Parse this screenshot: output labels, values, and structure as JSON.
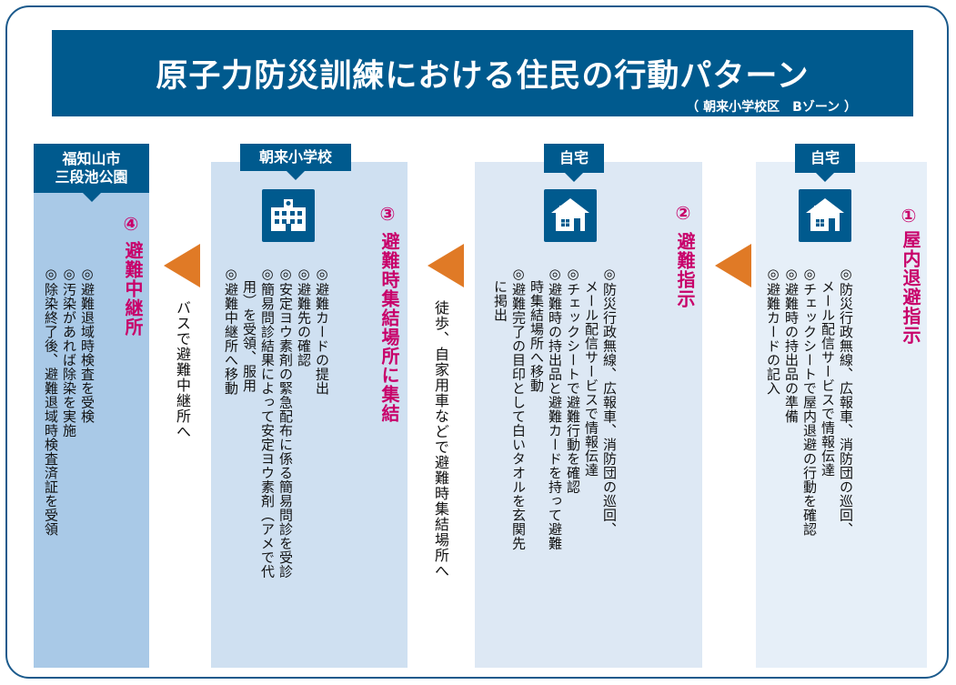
{
  "title": "原子力防災訓練における住民の行動パターン",
  "subtitle": "（ 朝来小学校区　Bゾーン ）",
  "colors": {
    "banner": "#005a8e",
    "accent": "#c8006a",
    "arrow": "#e07a26"
  },
  "columns": [
    {
      "location": "自宅",
      "icon": "house-icon",
      "number": "①",
      "step": "屋内退避指示",
      "bullets": [
        "◎防災行政無線、広報車、消防団の巡回、",
        "　メール配信サービスで情報伝達",
        "◎チェックシートで屋内退避の行動を確認",
        "◎避難時の持出品の準備",
        "◎避難カードの記入"
      ]
    },
    {
      "location": "自宅",
      "icon": "house-icon",
      "number": "②",
      "step": "避難指示",
      "bullets": [
        "◎防災行政無線、広報車、消防団の巡回、",
        "　メール配信サービスで情報伝達",
        "◎チェックシートで避難行動を確認",
        "◎避難時の持出品と避難カードを持って避難",
        "　時集結場所へ移動",
        "◎避難完了の目印として白いタオルを玄関先",
        "　に掲出"
      ]
    },
    {
      "location": "朝来小学校",
      "icon": "school-icon",
      "number": "③",
      "step": "避難時集結場所に集結",
      "bullets": [
        "◎避難カードの提出",
        "◎避難先の確認",
        "◎安定ヨウ素剤の緊急配布に係る簡易問診を受診",
        "◎簡易問診結果によって安定ヨウ素剤（アメで代",
        "　用）を受領、服用",
        "◎避難中継所へ移動"
      ]
    },
    {
      "location_line1": "福知山市",
      "location_line2": "三段池公園",
      "number": "④",
      "step": "避難中継所",
      "bullets": [
        "◎避難退域時検査を受検",
        "◎汚染があれば除染を実施",
        "◎除染終了後、避難退域時検査済証を受領"
      ]
    }
  ],
  "transitions": [
    {
      "text": "徒歩、自家用車などで避難時集結場所へ"
    },
    {
      "text": "バスで避難中継所へ"
    }
  ]
}
